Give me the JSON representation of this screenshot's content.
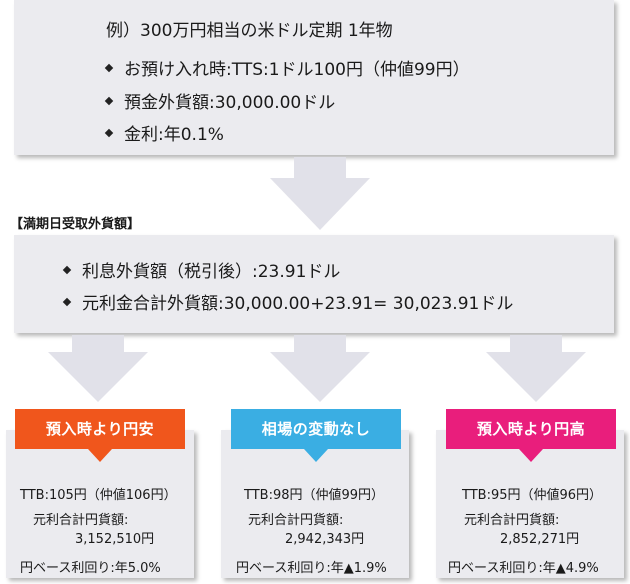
{
  "top_box": {
    "title": "例）300万円相当の米ドル定期 1年物",
    "items": [
      "お預け入れ時:TTS:1ドル100円（仲値99円）",
      "預金外貨額:30,000.00ドル",
      "金利:年0.1%"
    ]
  },
  "section_label": "【満期日受取外貨額】",
  "mid_box": {
    "items": [
      "利息外貨額（税引後）:23.91ドル",
      "元利金合計外貨額:30,000.00+23.91= 30,023.91ドル"
    ]
  },
  "scenarios": [
    {
      "label": "預入時より円安",
      "color": "#f0561c",
      "ttb": "TTB:105円（仲値106円）",
      "total_label": "元利合計円貨額:",
      "total_value": "3,152,510円",
      "yield": "円ベース利回り:年5.0%"
    },
    {
      "label": "相場の変動なし",
      "color": "#3aaee3",
      "ttb": "TTB:98円（仲値99円）",
      "total_label": "元利合計円貨額:",
      "total_value": "2,942,343円",
      "yield": "円ベース利回り:年▲1.9%"
    },
    {
      "label": "預入時より円高",
      "color": "#e91e7c",
      "ttb": "TTB:95円（仲値96円）",
      "total_label": "元利合計円貨額:",
      "total_value": "2,852,271円",
      "yield": "円ベース利回り:年▲4.9%"
    }
  ],
  "colors": {
    "panel": "#ebebef",
    "arrow": "#e1e1e9"
  }
}
